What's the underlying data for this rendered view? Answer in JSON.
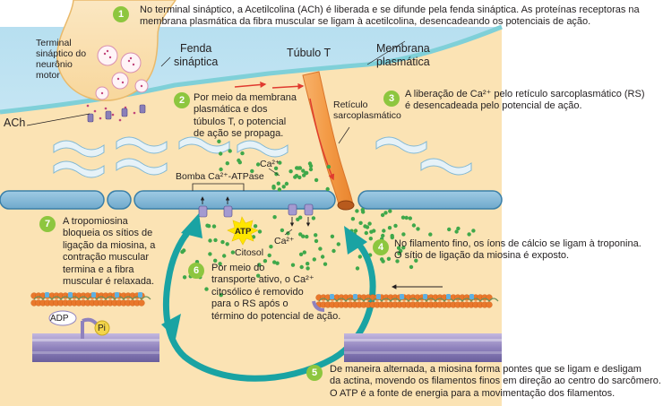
{
  "labels": {
    "terminal": [
      "Terminal",
      "sináptico do",
      "neurônio",
      "motor"
    ],
    "fenda": [
      "Fenda",
      "sináptica"
    ],
    "tubulo": "Túbulo T",
    "membrana": [
      "Membrana",
      "plasmática"
    ],
    "reticulo": [
      "Retículo",
      "sarcoplasmático"
    ],
    "ach": "ACh",
    "bomba": "Bomba Ca²⁺-ATPase",
    "ca_a": "Ca²⁺",
    "ca_b": "Ca²⁺",
    "atp": "ATP",
    "citosol": "Citosol",
    "adp": "ADP",
    "pi": "Pi"
  },
  "steps": [
    {
      "num": "1",
      "lines": [
        "No terminal sináptico, a Acetilcolina (ACh) é liberada e se difunde pela fenda sináptica. As proteínas receptoras na",
        "membrana plasmática da fibra muscular se ligam à acetilcolina, desencadeando os potenciais de ação."
      ]
    },
    {
      "num": "2",
      "lines": [
        "Por meio da membrana",
        "plasmática e dos",
        "túbulos T, o potencial",
        "de ação se propaga."
      ]
    },
    {
      "num": "3",
      "lines": [
        "A liberação de Ca²⁺ pelo retículo sarcoplasmático (RS)",
        "é desencadeada pelo potencial de ação."
      ]
    },
    {
      "num": "4",
      "lines": [
        "No filamento fino, os íons de cálcio se ligam à troponina.",
        "O sítio de ligação da miosina é exposto."
      ]
    },
    {
      "num": "5",
      "lines": [
        "De maneira alternada, a miosina forma pontes que se ligam e desligam",
        "da actina, movendo os filamentos finos em direção ao centro do sarcômero.",
        "O ATP é a fonte de energia para a movimentação dos filamentos."
      ]
    },
    {
      "num": "6",
      "lines": [
        "Por meio do",
        "transporte ativo, o Ca²⁺",
        "citosólico é removido",
        "para o RS após o",
        "término do potencial de ação."
      ]
    },
    {
      "num": "7",
      "lines": [
        "A tropomiosina",
        "bloqueia os sítios de",
        "ligação da miosina, a",
        "contração muscular",
        "termina e a fibra",
        "muscular é relaxada."
      ]
    }
  ],
  "colors": {
    "badge": "#8dc63f",
    "cytosol": "#fbe3b4",
    "membrane": "#7fd0d8",
    "sr_band": "#82b9d9",
    "ttubule": "#f29a4a",
    "cycle_arrow": "#1aa3a3",
    "calcium": "#3fa84a",
    "arrow_red": "#e03a2f"
  }
}
